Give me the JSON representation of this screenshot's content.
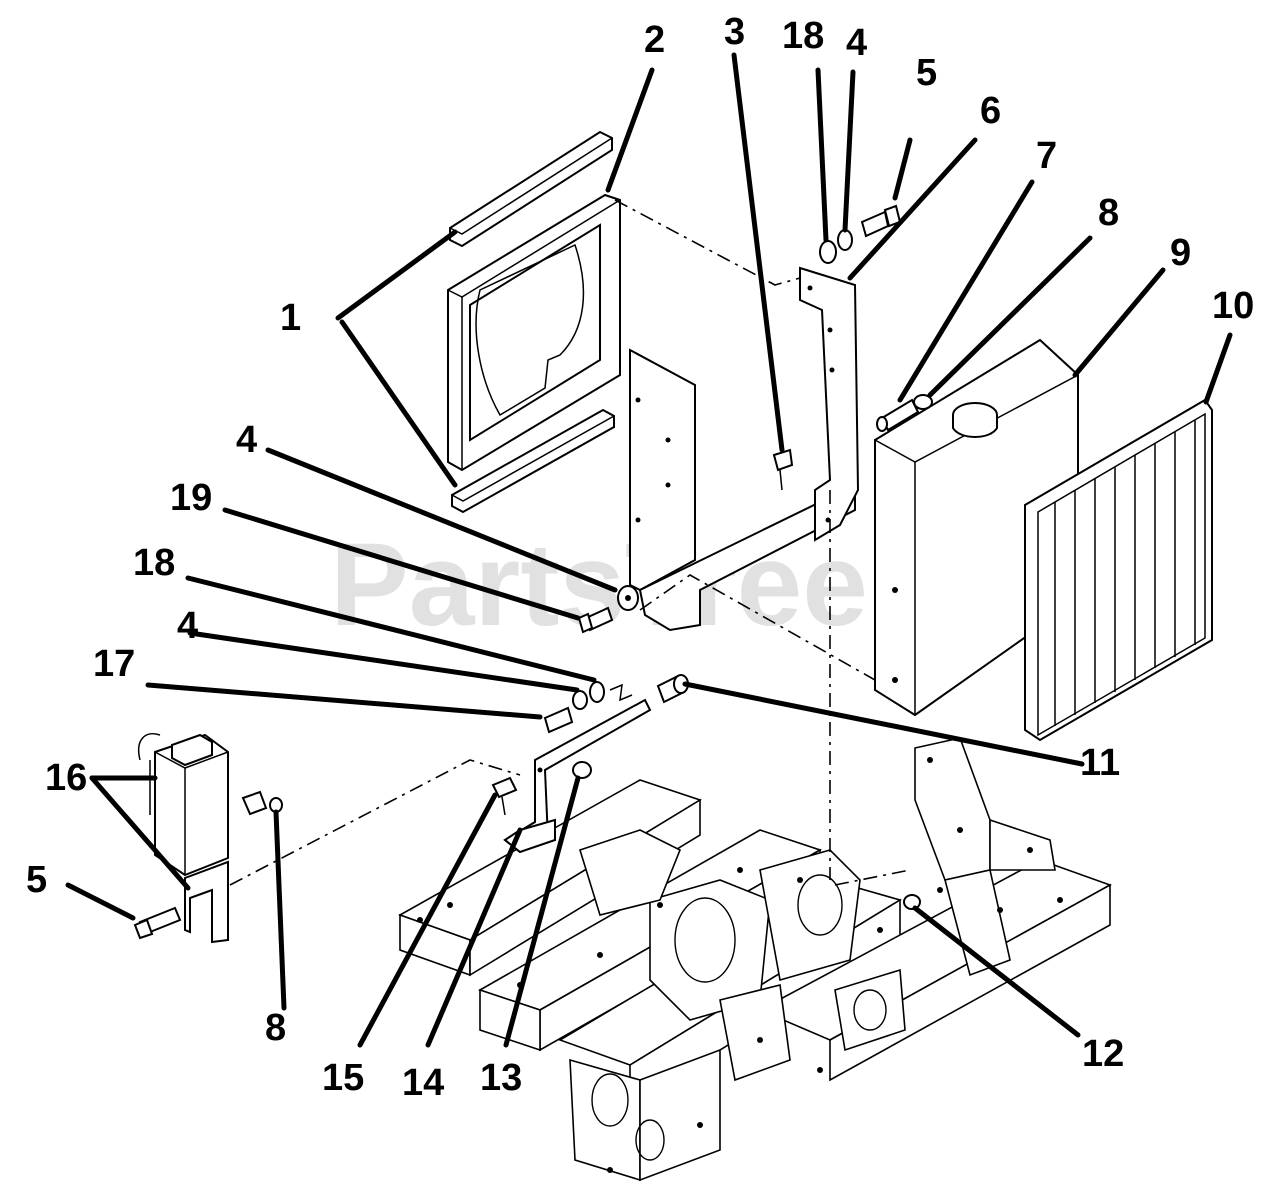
{
  "watermark": {
    "text": "PartsTree",
    "trademark": "™"
  },
  "callouts": [
    {
      "id": "c2",
      "label": "2"
    },
    {
      "id": "c3",
      "label": "3"
    },
    {
      "id": "c18a",
      "label": "18"
    },
    {
      "id": "c4a",
      "label": "4"
    },
    {
      "id": "c5a",
      "label": "5"
    },
    {
      "id": "c6",
      "label": "6"
    },
    {
      "id": "c7",
      "label": "7"
    },
    {
      "id": "c8a",
      "label": "8"
    },
    {
      "id": "c9",
      "label": "9"
    },
    {
      "id": "c10",
      "label": "10"
    },
    {
      "id": "c1",
      "label": "1"
    },
    {
      "id": "c4b",
      "label": "4"
    },
    {
      "id": "c19",
      "label": "19"
    },
    {
      "id": "c18b",
      "label": "18"
    },
    {
      "id": "c4c",
      "label": "4"
    },
    {
      "id": "c17",
      "label": "17"
    },
    {
      "id": "c16",
      "label": "16"
    },
    {
      "id": "c11",
      "label": "11"
    },
    {
      "id": "c5b",
      "label": "5"
    },
    {
      "id": "c8b",
      "label": "8"
    },
    {
      "id": "c15",
      "label": "15"
    },
    {
      "id": "c14",
      "label": "14"
    },
    {
      "id": "c13",
      "label": "13"
    },
    {
      "id": "c12",
      "label": "12"
    }
  ]
}
